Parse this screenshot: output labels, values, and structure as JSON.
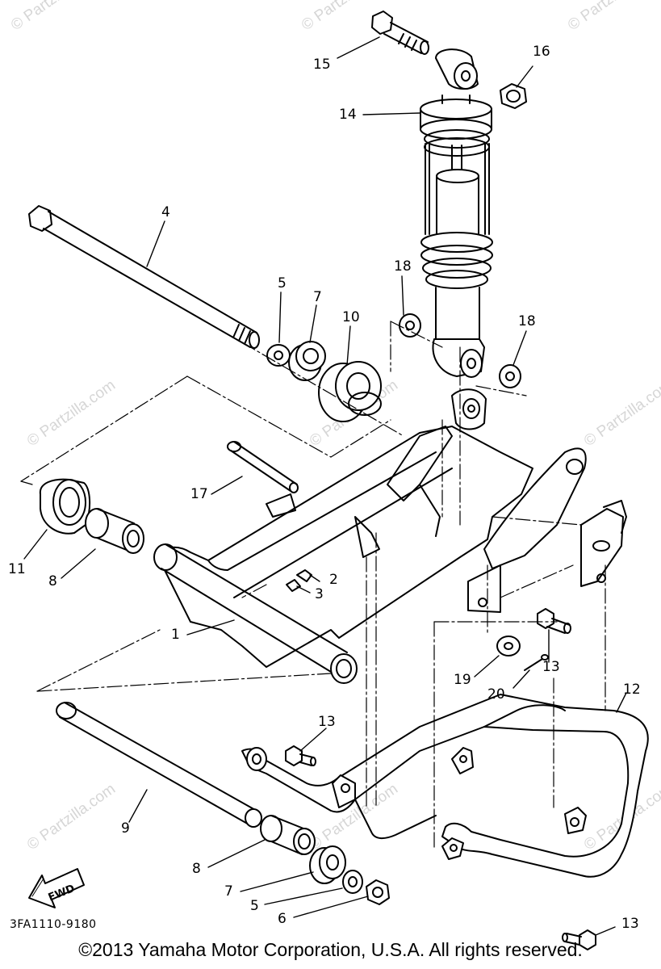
{
  "callouts": {
    "c1": "1",
    "c2": "2",
    "c3": "3",
    "c4": "4",
    "c5a": "5",
    "c5b": "5",
    "c6": "6",
    "c7a": "7",
    "c7b": "7",
    "c8a": "8",
    "c8b": "8",
    "c9": "9",
    "c10": "10",
    "c11": "11",
    "c12": "12",
    "c13a": "13",
    "c13b": "13",
    "c13c": "13",
    "c14": "14",
    "c15": "15",
    "c16": "16",
    "c17": "17",
    "c18a": "18",
    "c18b": "18",
    "c19": "19",
    "c20": "20"
  },
  "fwd_arrow": {
    "label": "FWD",
    "icon": "forward-arrow-icon"
  },
  "part_code": "3FA1110-9180",
  "copyright": "©2013 Yamaha Motor Corporation, U.S.A. All rights reserved.",
  "watermark": "© Partzilla.com",
  "colors": {
    "line": "#000000",
    "watermark": "#d6d6d6"
  }
}
